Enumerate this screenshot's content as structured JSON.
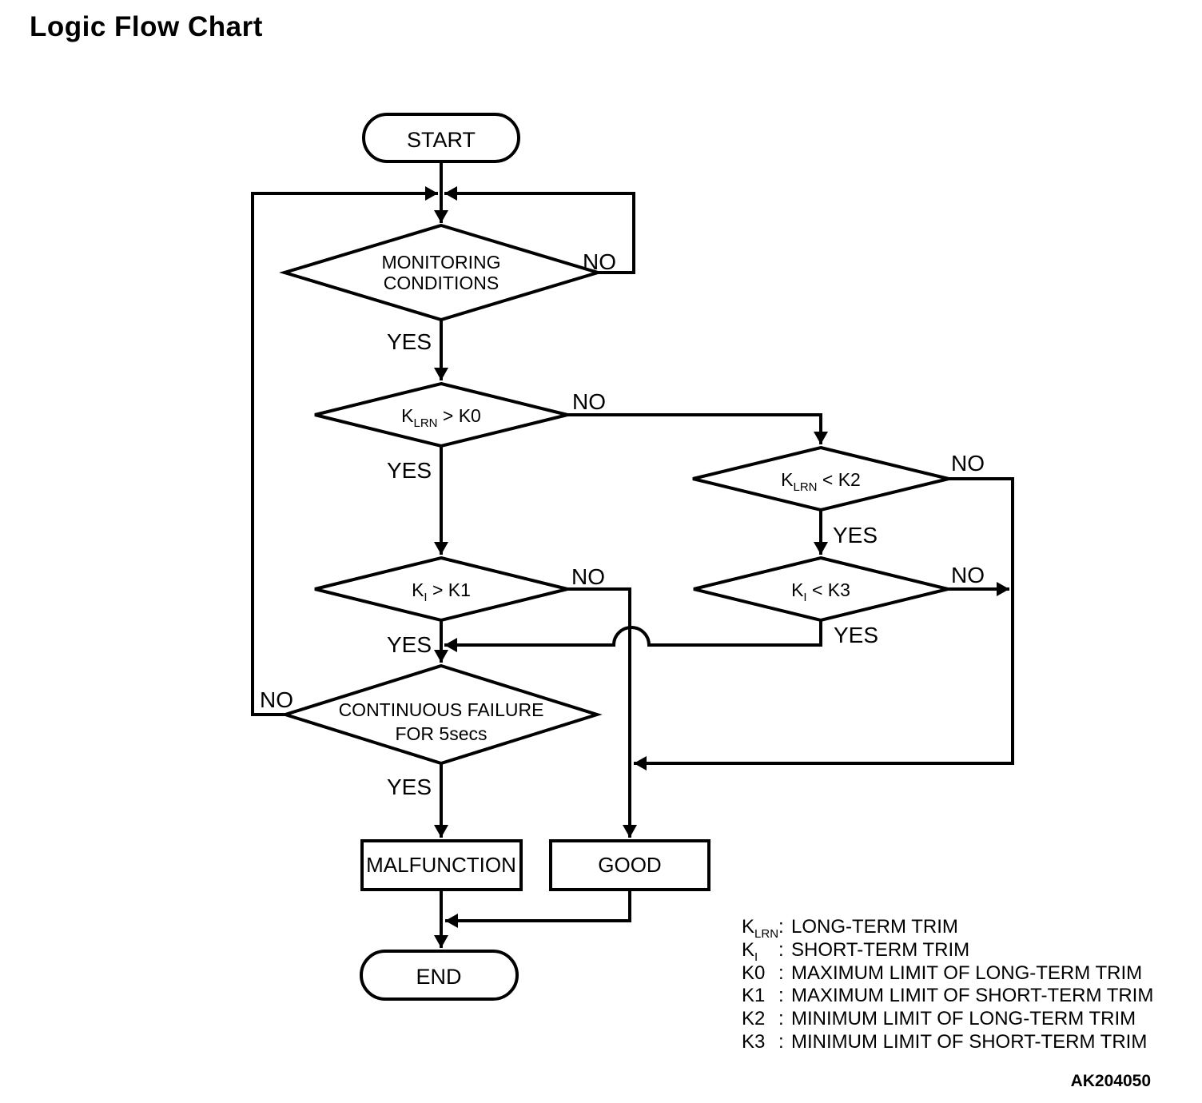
{
  "title": "Logic Flow Chart",
  "figure_code": "AK204050",
  "colors": {
    "ink": "#000000",
    "background": "#ffffff"
  },
  "nodes": {
    "start": "START",
    "monitoring": {
      "line1": "MONITORING",
      "line2": "CONDITIONS"
    },
    "klrn_k0": {
      "base": "K",
      "sub": "LRN",
      "rest": " > K0"
    },
    "klrn_k2": {
      "base": "K",
      "sub": "LRN",
      "rest": " < K2"
    },
    "ki_k1": {
      "base": "K",
      "sub": "I",
      "rest": " > K1"
    },
    "ki_k3": {
      "base": "K",
      "sub": "I",
      "rest": " < K3"
    },
    "failure": {
      "line1": "CONTINUOUS FAILURE",
      "line2": "FOR 5secs"
    },
    "malfunction": "MALFUNCTION",
    "good": "GOOD",
    "end": "END"
  },
  "edge_labels": {
    "monitoring_no": "NO",
    "monitoring_yes": "YES",
    "klrn_k0_no": "NO",
    "klrn_k0_yes": "YES",
    "klrn_k2_no": "NO",
    "klrn_k2_yes": "YES",
    "ki_k1_no": "NO",
    "ki_k1_yes": "YES",
    "ki_k3_no": "NO",
    "ki_k3_yes": "YES",
    "failure_no": "NO",
    "failure_yes": "YES"
  },
  "legend": {
    "rows": [
      {
        "base": "K",
        "sub": "LRN",
        "colon": ":",
        "def": "LONG-TERM TRIM"
      },
      {
        "base": "K",
        "sub": "I",
        "colon": ":",
        "def": "SHORT-TERM TRIM"
      },
      {
        "base": "K0",
        "sub": "",
        "colon": ":",
        "def": "MAXIMUM LIMIT OF LONG-TERM TRIM"
      },
      {
        "base": "K1",
        "sub": "",
        "colon": ":",
        "def": "MAXIMUM LIMIT OF SHORT-TERM TRIM"
      },
      {
        "base": "K2",
        "sub": "",
        "colon": ":",
        "def": "MINIMUM LIMIT OF LONG-TERM TRIM"
      },
      {
        "base": "K3",
        "sub": "",
        "colon": ":",
        "def": "MINIMUM LIMIT OF SHORT-TERM TRIM"
      }
    ]
  }
}
